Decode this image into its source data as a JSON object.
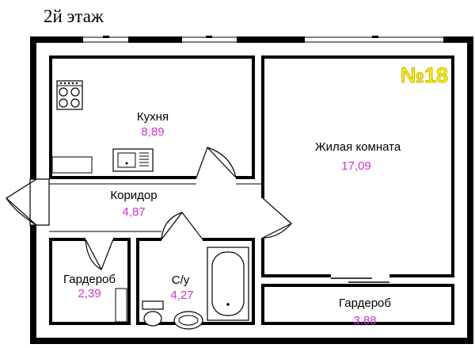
{
  "floor_label": "2й этаж",
  "apartment_number": "№18",
  "colors": {
    "area_text": "#cc33cc",
    "apartment_number_fill": "#ffee00",
    "apartment_number_stroke": "#b8a800",
    "walls": "#000000"
  },
  "rooms": {
    "kitchen": {
      "name": "Кухня",
      "area": "8,89"
    },
    "living": {
      "name": "Жилая комната",
      "area": "17,09"
    },
    "corridor": {
      "name": "Коридор",
      "area": "4,87"
    },
    "wardrobe_left": {
      "name": "Гардероб",
      "area": "2,39"
    },
    "bathroom": {
      "name": "С/у",
      "area": "4,27"
    },
    "wardrobe_right": {
      "name": "Гардероб",
      "area": "3,88"
    }
  },
  "icons": [
    "stove-icon",
    "sink-icon",
    "bathtub-icon",
    "toilet-icon",
    "washbasin-icon"
  ]
}
